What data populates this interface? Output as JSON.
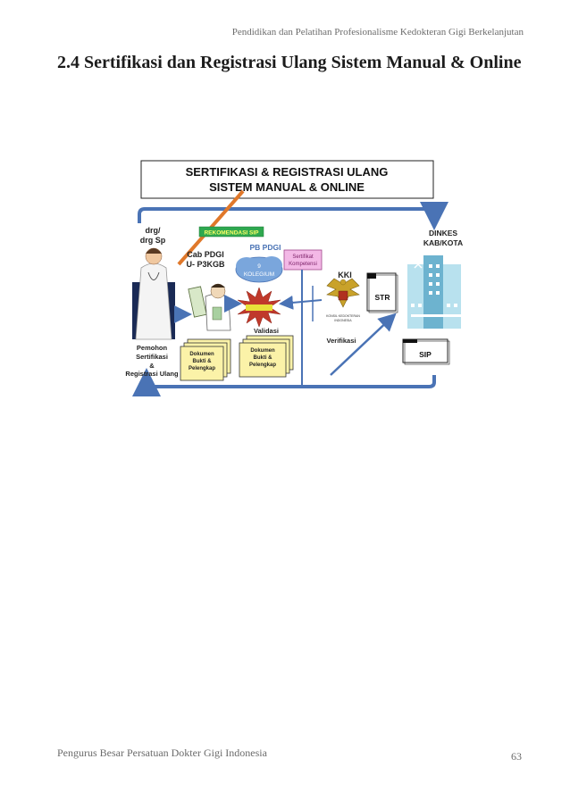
{
  "header": {
    "running_title": "Pendidikan dan Pelatihan Profesionalisme Kedokteran Gigi Berkelanjutan"
  },
  "section": {
    "title": "2.4 Sertifikasi dan Registrasi Ulang Sistem Manual & Online"
  },
  "diagram": {
    "title_line1": "SERTIFIKASI  &  REGISTRASI ULANG",
    "title_line2": "SISTEM   MANUAL & ONLINE",
    "rekomendasi_sip": "REKOMENDASI SIP",
    "drg_line1": "drg/",
    "drg_line2": "drg Sp",
    "cab_pdgi_line1": "Cab PDGI",
    "cab_pdgi_line2": "U- P3KGB",
    "pb_pdgi": "PB PDGI",
    "kolegium_line1": "9",
    "kolegium_line2": "KOLEGIUM",
    "sertifikat_line1": "Sertifikat",
    "sertifikat_line2": "Kompetensi",
    "kki": "KKI",
    "kki_seal_caption_line1": "KONSIL KEDOKTERAN",
    "kki_seal_caption_line2": "INDONESIA",
    "str": "STR",
    "dinkes_line1": "DINKES",
    "dinkes_line2": "KAB/KOTA",
    "sip": "SIP",
    "starburst_label": "",
    "validasi": "Validasi",
    "verifikasi": "Verifikasi",
    "dokumen_line1": "Dokumen",
    "dokumen_line2": "Bukti  &",
    "dokumen_line3": "Pelengkap",
    "pemohon_line1": "Pemohon",
    "pemohon_line2": "Sertifikasi",
    "pemohon_line3": "&",
    "pemohon_line4": "Registrasi Ulang"
  },
  "colors": {
    "arrow_blue": "#4a73b5",
    "arrow_orange": "#e0782a",
    "rekomendasi_green": "#2fa84f",
    "cloud_blue": "#7aa6dc",
    "sertifikat_pink": "#f3b8e6",
    "dokumen_yellow": "#fbf2a8",
    "starburst_red": "#c0392b"
  },
  "footer": {
    "publisher": "Pengurus Besar Persatuan Dokter Gigi Indonesia",
    "page_number": "63"
  }
}
